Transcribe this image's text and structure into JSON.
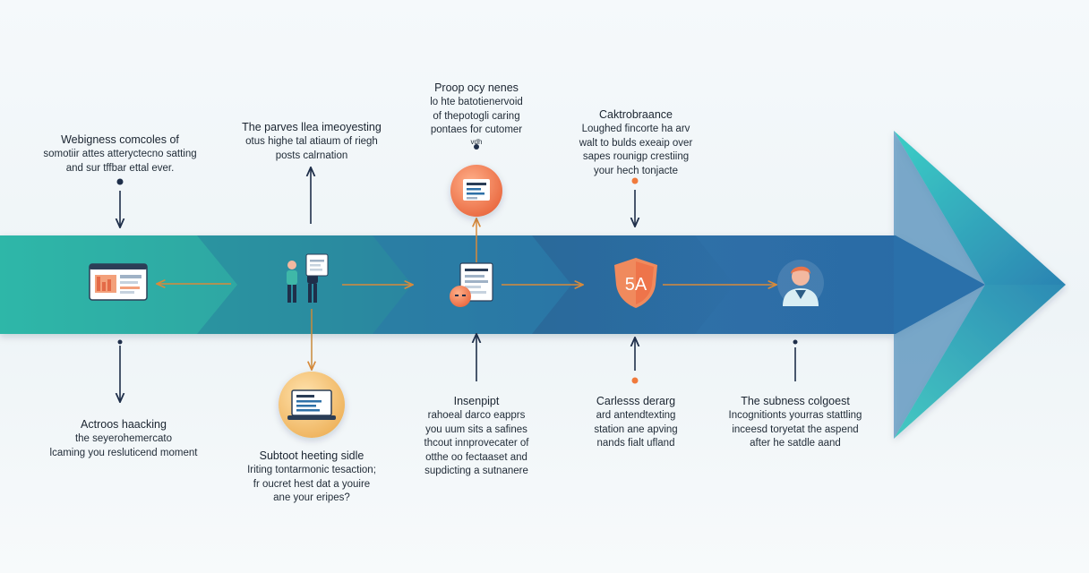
{
  "colors": {
    "band_left": "#2fb7a8",
    "band_right": "#2a6ea8",
    "arrow_head": "#35c1c0",
    "connector": "#d88a3a",
    "node_orange": "#f08a5d",
    "node_yellow": "#f4c57a",
    "ink": "#1f2f4a"
  },
  "stages": [
    {
      "icon": "dashboard-icon",
      "top": {
        "title": "Webigness comcoles of",
        "lines": [
          "somotiir attes atteryctecno satting",
          "and sur tffbar ettal ever."
        ]
      },
      "bottom": {
        "title": "Actroos haacking",
        "lines": [
          "the seyerohemercato",
          "lcaming you resluticend moment"
        ]
      }
    },
    {
      "icon": "people-icon",
      "top": {
        "title": "The parves llea imeoyesting",
        "lines": [
          "otus highe tal atiaum of riegh",
          "posts calrnation"
        ]
      },
      "bottom": {
        "title": "Subtoot heeting sidle",
        "lines": [
          "Iriting tontarmonic tesaction;",
          "fr oucret hest dat a youire",
          "ane your eripes?"
        ]
      }
    },
    {
      "icon": "document-icon",
      "top": {
        "title": "Proop ocy nenes",
        "lines": [
          "lo hte batotienervoid",
          "of thepotogli caring",
          "pontaes for cutomer",
          "vdh"
        ]
      },
      "bottom": {
        "title": "Insenpipt",
        "lines": [
          "rahoeal darco eapprs",
          "you uum sits a safines",
          "thcout innprovecater of",
          "otthe oo fectaaset and",
          "supdicting a sutnanere"
        ]
      }
    },
    {
      "icon": "shield-icon",
      "shield_text": "5A",
      "top": {
        "title": "Caktrobraance",
        "lines": [
          "Loughed fincorte ha arv",
          "walt to bulds exeaip over",
          "sapes rounigp crestiing",
          "your hech tonjacte"
        ]
      },
      "bottom": {
        "title": "Carlesss derarg",
        "lines": [
          "ard antendtexting",
          "station ane apving",
          "nands fialt ufland"
        ]
      }
    },
    {
      "icon": "person-icon",
      "bottom": {
        "title": "The subness colgoest",
        "lines": [
          "Incognitionts yourras stattling",
          "inceesd toryetat the aspend",
          "after he satdle aand"
        ]
      }
    }
  ]
}
